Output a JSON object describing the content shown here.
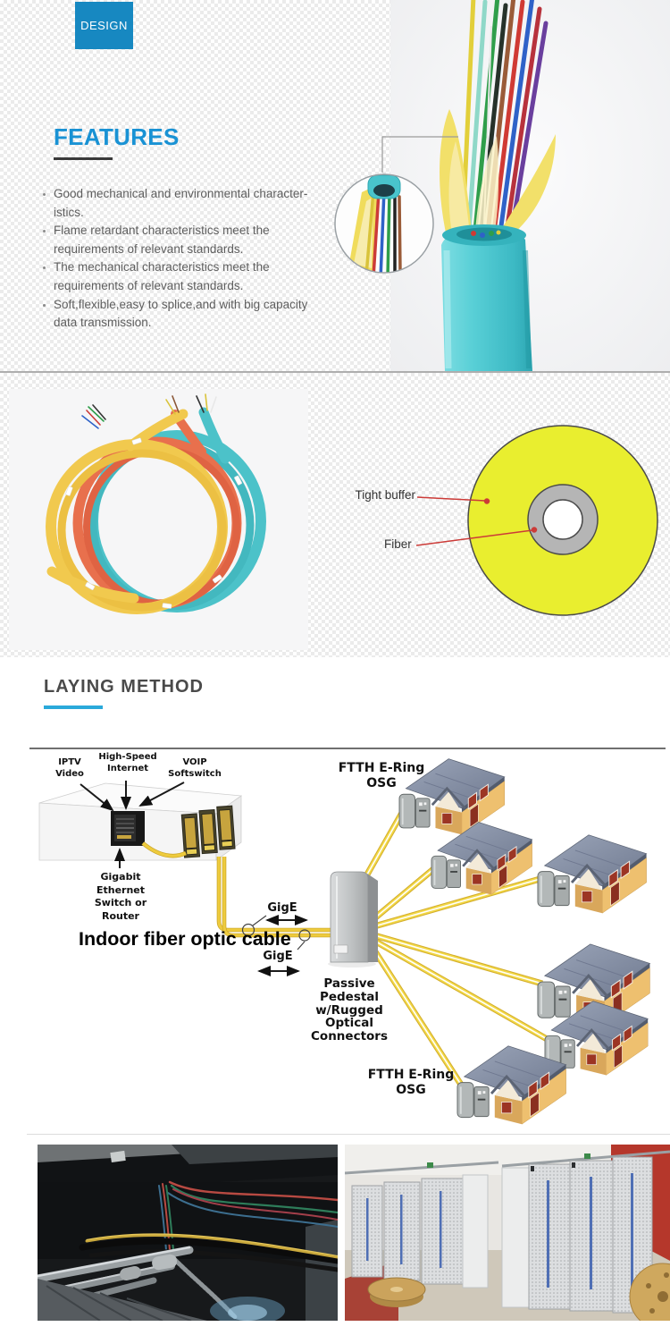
{
  "design_badge": {
    "label": "DESIGN"
  },
  "features": {
    "title": "FEATURES",
    "items": [
      {
        "lines": [
          "Good mechanical and environmental character-",
          "istics."
        ]
      },
      {
        "lines": [
          "Flame retardant characteristics meet the",
          "requirements of relevant standards."
        ]
      },
      {
        "lines": [
          "The mechanical characteristics meet the",
          "requirements of relevant standards."
        ]
      },
      {
        "lines": [
          "Soft,flexible,easy to splice,and with big capacity",
          "data transmission."
        ]
      }
    ]
  },
  "cross_section": {
    "tight_buffer_label": "Tight buffer",
    "fiber_label": "Fiber"
  },
  "laying_method": {
    "title": "LAYING METHOD"
  },
  "diagram": {
    "iptv": {
      "lines": [
        "IPTV",
        "Video"
      ]
    },
    "high_speed": {
      "lines": [
        "High-Speed",
        "Internet"
      ]
    },
    "voip": {
      "lines": [
        "VOIP",
        "Softswitch"
      ]
    },
    "gigabit": {
      "lines": [
        "Gigabit",
        "Ethernet",
        "Switch or",
        "Router"
      ]
    },
    "indoor_cable_label": "Indoor fiber optic cable",
    "gige_top": "GigE",
    "gige_bottom": "GigE",
    "ftth_top": {
      "lines": [
        "FTTH E-Ring",
        "OSG"
      ]
    },
    "passive_pedestal": {
      "lines": [
        "Passive",
        "Pedestal",
        "w/Rugged",
        "Optical",
        "Connectors"
      ]
    },
    "ftth_bottom": {
      "lines": [
        "FTTH E-Ring",
        "OSG"
      ]
    }
  },
  "colors": {
    "badge_bg": "#1788c1",
    "features_title": "#1992d4",
    "features_underline": "#3a3a3a",
    "laying_title": "#4a4a4a",
    "laying_underline": "#2aa9da",
    "cable_yellow": "#f0d243",
    "cross_section_yellow": "#e9ee2f",
    "jacket_teal": "#58cfd6",
    "coil_yellow": "#f1c94e",
    "coil_orange": "#e8704d",
    "coil_teal": "#4cc2c9",
    "leader_red": "#cc3b38",
    "house_wall": "#eec06f",
    "house_roof": "#8d97ab",
    "pedestal_gray": "#b5b8b9"
  }
}
